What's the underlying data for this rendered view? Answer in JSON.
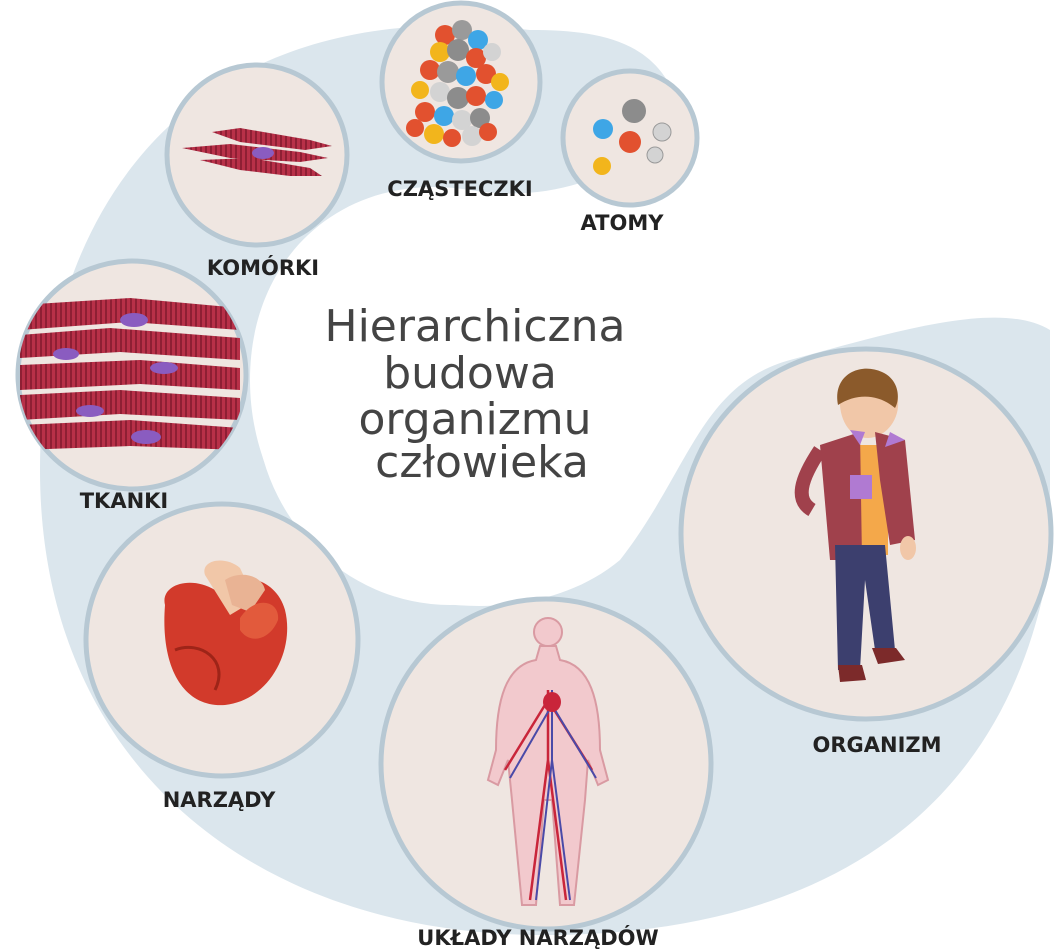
{
  "title_lines": [
    "Hierarchiczna",
    "budowa",
    "organizmu",
    "człowieka"
  ],
  "levels": {
    "atoms": "ATOMY",
    "molecules": "CZĄSTECZKI",
    "cells": "KOMÓRKI",
    "tissues": "TKANKI",
    "organs": "NARZĄDY",
    "organ_systems": "UKŁADY NARZĄDÓW",
    "organism": "ORGANIZM"
  },
  "colors": {
    "ring": "#dbe6ed",
    "circle_fill": "#efe6e1",
    "circle_stroke": "#b7c8d3",
    "muscle": "#b02e46",
    "nucleus": "#8a5cc0",
    "heart": "#d23a2b"
  },
  "icons": {
    "atoms": "atoms-icon",
    "molecules": "molecule-icon",
    "cells": "muscle-cells-icon",
    "tissues": "muscle-tissue-icon",
    "organs": "heart-icon",
    "organ_systems": "circulatory-system-icon",
    "organism": "boy-figure-icon"
  }
}
